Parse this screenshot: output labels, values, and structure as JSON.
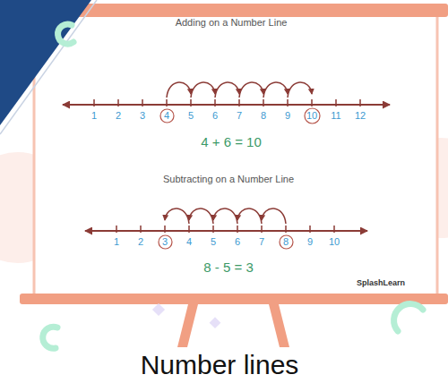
{
  "diagram": {
    "caption": "Number lines",
    "nodes": [
      {
        "text": [
          "4"
        ]
      },
      {
        "text": [
          "10"
        ]
      },
      {
        "text": [
          "3"
        ]
      },
      {
        "text": [
          "8"
        ]
      }
    ],
    "labels": [
      "Adding on a Number Line",
      "1",
      "2",
      "3",
      "5",
      "6",
      "7",
      "8",
      "9",
      "11",
      "12",
      "4 + 6 = 10",
      "Subtracting on a Number Line",
      "1",
      "2",
      "4",
      "5",
      "6",
      "7",
      "9",
      "10",
      "8 - 5 = 3",
      "SplashLearn"
    ]
  }
}
